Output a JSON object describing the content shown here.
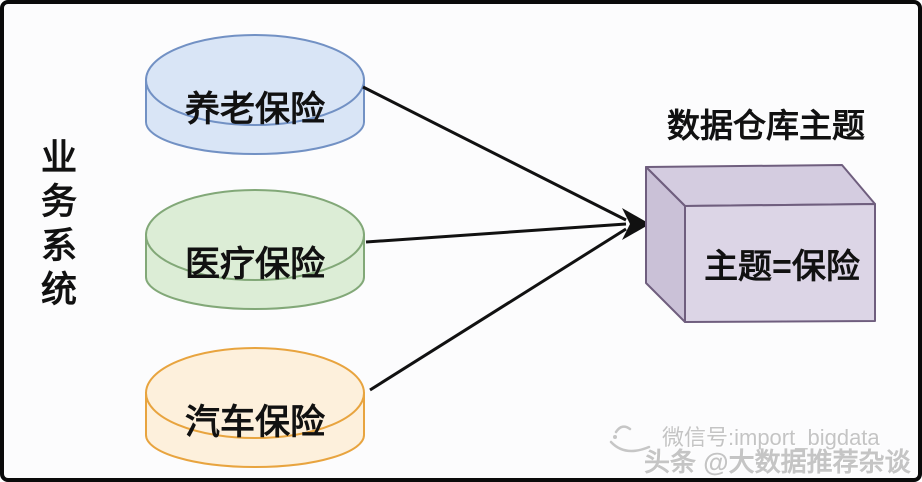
{
  "frame": {
    "background": "#fcfcfd",
    "border_color": "#0a0a0a"
  },
  "source_system": {
    "label": "业务系统"
  },
  "cylinders": [
    {
      "label": "养老保险",
      "fill": "#d9e5f6",
      "stroke": "#7291c4"
    },
    {
      "label": "医疗保险",
      "fill": "#dcedd6",
      "stroke": "#82a878"
    },
    {
      "label": "汽车保险",
      "fill": "#fdf0dc",
      "stroke": "#e8a43f"
    }
  ],
  "arrows": {
    "color": "#111111"
  },
  "warehouse": {
    "title": "数据仓库主题",
    "box_label": "主题=保险",
    "front_fill": "#dcd5e6",
    "top_fill": "#d4cce0",
    "side_fill": "#cac1d7",
    "stroke": "#6f5e7e"
  },
  "watermark": {
    "line1": "微信号:import_bigdata",
    "line2": "头条 @大数据推荐杂谈",
    "logo_color": "#c6c6c6"
  }
}
